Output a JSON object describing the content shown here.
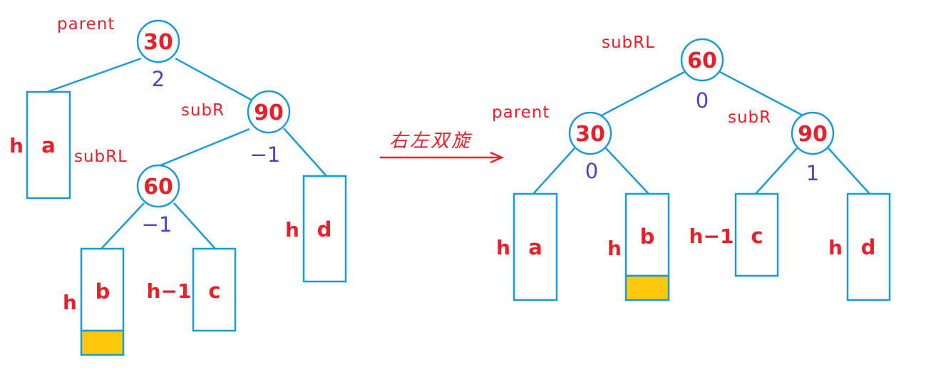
{
  "before": {
    "nodes": [
      {
        "id": "parent",
        "value": "30"
      },
      {
        "id": "subR",
        "value": "90"
      },
      {
        "id": "subRL",
        "value": "60"
      }
    ],
    "pointer_labels": [
      "parent",
      "subR",
      "subRL"
    ],
    "balance_factors": {
      "parent": "2",
      "subR": "−1",
      "subRL": "−1"
    },
    "subtrees": [
      {
        "label": "a",
        "height": "h"
      },
      {
        "label": "b",
        "height": "h"
      },
      {
        "label": "c",
        "height": "h−1"
      },
      {
        "label": "d",
        "height": "h"
      }
    ]
  },
  "transition": {
    "label": "右左双旋"
  },
  "after": {
    "nodes": [
      {
        "id": "subRL",
        "value": "60"
      },
      {
        "id": "parent",
        "value": "30"
      },
      {
        "id": "subR",
        "value": "90"
      }
    ],
    "pointer_labels": [
      "subRL",
      "parent",
      "subR"
    ],
    "balance_factors": {
      "subRL": "0",
      "parent": "0",
      "subR": "1"
    },
    "subtrees": [
      {
        "label": "a",
        "height": "h"
      },
      {
        "label": "b",
        "height": "h"
      },
      {
        "label": "c",
        "height": "h−1"
      },
      {
        "label": "d",
        "height": "h"
      }
    ]
  },
  "colors": {
    "edge": "#1a9bd7",
    "node_text": "#e8202a",
    "balance_factor": "#4a45c4",
    "inserted_fill": "#ffc80a"
  }
}
